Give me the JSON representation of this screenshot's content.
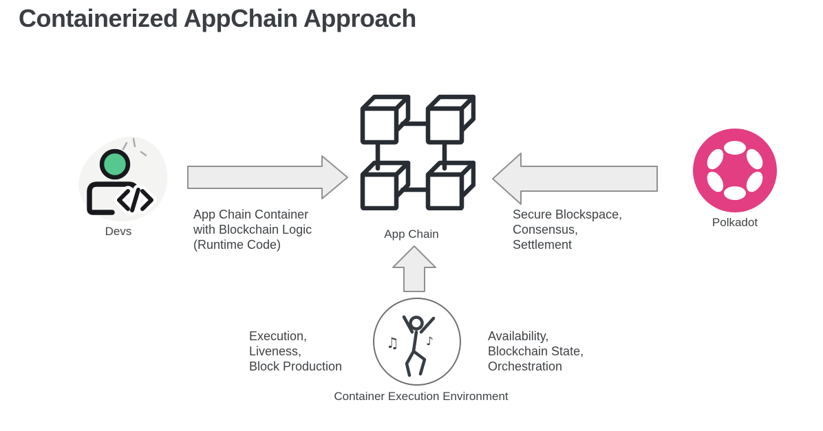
{
  "title": "Containerized AppChain Approach",
  "colors": {
    "text": "#3f4245",
    "title_text": "#3b3e42",
    "icon_stroke": "#282d33",
    "arrow_fill": "#ededed",
    "arrow_stroke": "#909090",
    "polkadot_pink": "#e23e81",
    "dev_head_green": "#55c78f",
    "dev_blob_gray": "#f4f4f2",
    "env_circle_stroke": "#6f6f6f"
  },
  "nodes": {
    "devs": {
      "label": "Devs",
      "icon": "developer-code-icon"
    },
    "app_chain": {
      "label": "App Chain",
      "icon": "blockchain-cubes-icon"
    },
    "polkadot": {
      "label": "Polkadot",
      "icon": "polkadot-logo"
    },
    "container_env": {
      "label": "Container Execution Environment",
      "icon": "dancing-person-icon"
    }
  },
  "edges": {
    "devs_to_appchain": {
      "direction": "right",
      "lines": [
        "App Chain Container",
        "with Blockchain Logic",
        "(Runtime Code)"
      ]
    },
    "polkadot_to_appchain": {
      "direction": "left",
      "lines": [
        "Secure Blockspace,",
        "Consensus,",
        "Settlement"
      ]
    },
    "env_to_appchain": {
      "direction": "up",
      "lines": []
    }
  },
  "annotations": {
    "env_left": {
      "lines": [
        "Execution,",
        "Liveness,",
        "Block Production"
      ]
    },
    "env_right": {
      "lines": [
        "Availability,",
        "Blockchain State,",
        "Orchestration"
      ]
    }
  },
  "glyphs": {
    "music_note_double": "♫",
    "music_note_single": "♪"
  }
}
